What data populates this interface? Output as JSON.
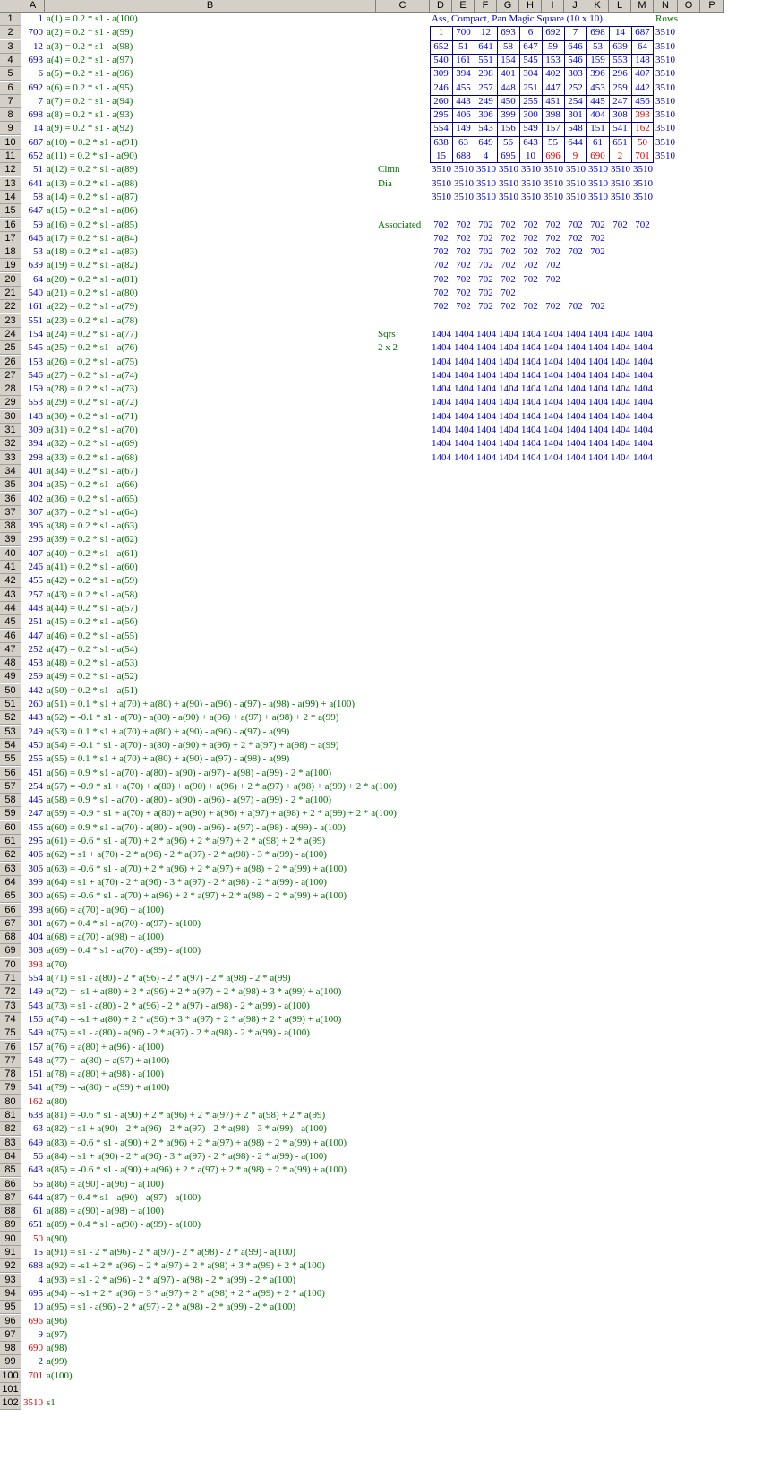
{
  "sheet": {
    "columns": [
      "A",
      "B",
      "C",
      "D",
      "E",
      "F",
      "G",
      "H",
      "I",
      "J",
      "K",
      "L",
      "M",
      "N",
      "O",
      "P"
    ],
    "colors": {
      "blue": "#0000cc",
      "green": "#007000",
      "red": "#e00000",
      "header": "#d4d0c8"
    },
    "column_a_values": [
      "1",
      "700",
      "12",
      "693",
      "6",
      "692",
      "7",
      "698",
      "14",
      "687",
      "652",
      "51",
      "641",
      "58",
      "647",
      "59",
      "646",
      "53",
      "639",
      "64",
      "540",
      "161",
      "551",
      "154",
      "545",
      "153",
      "546",
      "159",
      "553",
      "148",
      "309",
      "394",
      "298",
      "401",
      "304",
      "402",
      "307",
      "396",
      "296",
      "407",
      "246",
      "455",
      "257",
      "448",
      "251",
      "447",
      "252",
      "453",
      "259",
      "442",
      "260",
      "443",
      "249",
      "450",
      "255",
      "451",
      "254",
      "445",
      "247",
      "456",
      "295",
      "406",
      "306",
      "399",
      "300",
      "398",
      "301",
      "404",
      "308",
      "393",
      "554",
      "149",
      "543",
      "156",
      "549",
      "157",
      "548",
      "151",
      "541",
      "162",
      "638",
      "63",
      "649",
      "56",
      "643",
      "55",
      "644",
      "61",
      "651",
      "50",
      "15",
      "688",
      "4",
      "695",
      "10",
      "696",
      "9",
      "690",
      "2",
      "701",
      "",
      "3510"
    ],
    "red_rows_a": [
      70,
      80,
      90,
      96,
      98,
      100,
      102
    ],
    "column_b_formulas": [
      "a(1) = 0.2 * s1 - a(100)",
      "a(2) = 0.2 * s1 - a(99)",
      "a(3) = 0.2 * s1 - a(98)",
      "a(4) = 0.2 * s1 - a(97)",
      "a(5) = 0.2 * s1 - a(96)",
      "a(6) = 0.2 * s1 - a(95)",
      "a(7) = 0.2 * s1 - a(94)",
      "a(8) = 0.2 * s1 - a(93)",
      "a(9) = 0.2 * s1 - a(92)",
      "a(10) = 0.2 * s1 - a(91)",
      "a(11) = 0.2 * s1 - a(90)",
      "a(12) = 0.2 * s1 - a(89)",
      "a(13) = 0.2 * s1 - a(88)",
      "a(14) = 0.2 * s1 - a(87)",
      "a(15) = 0.2 * s1 - a(86)",
      "a(16) = 0.2 * s1 - a(85)",
      "a(17) = 0.2 * s1 - a(84)",
      "a(18) = 0.2 * s1 - a(83)",
      "a(19) = 0.2 * s1 - a(82)",
      "a(20) = 0.2 * s1 - a(81)",
      "a(21) = 0.2 * s1 - a(80)",
      "a(22) = 0.2 * s1 - a(79)",
      "a(23) = 0.2 * s1 - a(78)",
      "a(24) = 0.2 * s1 - a(77)",
      "a(25) = 0.2 * s1 - a(76)",
      "a(26) = 0.2 * s1 - a(75)",
      "a(27) = 0.2 * s1 - a(74)",
      "a(28) = 0.2 * s1 - a(73)",
      "a(29) = 0.2 * s1 - a(72)",
      "a(30) = 0.2 * s1 - a(71)",
      "a(31) = 0.2 * s1 - a(70)",
      "a(32) = 0.2 * s1 - a(69)",
      "a(33) = 0.2 * s1 - a(68)",
      "a(34) = 0.2 * s1 - a(67)",
      "a(35) = 0.2 * s1 - a(66)",
      "a(36) = 0.2 * s1 - a(65)",
      "a(37) = 0.2 * s1 - a(64)",
      "a(38) = 0.2 * s1 - a(63)",
      "a(39) = 0.2 * s1 - a(62)",
      "a(40) = 0.2 * s1 - a(61)",
      "a(41) = 0.2 * s1 - a(60)",
      "a(42) = 0.2 * s1 - a(59)",
      "a(43) = 0.2 * s1 - a(58)",
      "a(44) = 0.2 * s1 - a(57)",
      "a(45) = 0.2 * s1 - a(56)",
      "a(46) = 0.2 * s1 - a(55)",
      "a(47) = 0.2 * s1 - a(54)",
      "a(48) = 0.2 * s1 - a(53)",
      "a(49) = 0.2 * s1 - a(52)",
      "a(50) = 0.2 * s1 - a(51)",
      "a(51) = 0.1 * s1 + a(70) + a(80) + a(90) - a(96) - a(97) - a(98) - a(99) + a(100)",
      "a(52) = -0.1 * s1 - a(70) - a(80) - a(90) + a(96) + a(97) + a(98) + 2 * a(99)",
      "a(53) = 0.1 * s1 + a(70) + a(80) + a(90) - a(96) - a(97) - a(99)",
      "a(54) = -0.1 * s1 - a(70) - a(80) - a(90) + a(96) + 2 * a(97) + a(98) + a(99)",
      "a(55) = 0.1 * s1 + a(70) + a(80) + a(90) - a(97) - a(98) - a(99)",
      "a(56) = 0.9 * s1 - a(70) - a(80) - a(90) - a(97) - a(98) - a(99) - 2 * a(100)",
      "a(57) = -0.9 * s1 + a(70) + a(80) + a(90) + a(96) + 2 * a(97) + a(98) + a(99) + 2 * a(100)",
      "a(58) = 0.9 * s1 - a(70) - a(80) - a(90) - a(96) - a(97) - a(99) - 2 * a(100)",
      "a(59) = -0.9 * s1 + a(70) + a(80) + a(90) + a(96) + a(97) + a(98) + 2 * a(99) + 2 * a(100)",
      "a(60) = 0.9 * s1 - a(70) - a(80) - a(90) - a(96) - a(97) - a(98) - a(99) - a(100)",
      "a(61) = -0.6 * s1 - a(70) + 2 * a(96) + 2 * a(97) + 2 * a(98) + 2 * a(99)",
      "a(62) = s1 + a(70) - 2 * a(96) - 2 * a(97) - 2 * a(98) - 3 * a(99) - a(100)",
      "a(63) = -0.6 * s1 - a(70) + 2 * a(96) + 2 * a(97) + a(98) + 2 * a(99) + a(100)",
      "a(64) = s1 + a(70) - 2 * a(96) - 3 * a(97) - 2 * a(98) - 2 * a(99) - a(100)",
      "a(65) = -0.6 * s1 - a(70) + a(96) + 2 * a(97) + 2 * a(98) + 2 * a(99) + a(100)",
      "a(66) = a(70) - a(96) + a(100)",
      "a(67) = 0.4 * s1 - a(70) - a(97) - a(100)",
      "a(68) = a(70) - a(98) + a(100)",
      "a(69) = 0.4 * s1 - a(70) - a(99) - a(100)",
      "a(70)",
      "a(71) = s1 - a(80) - 2 * a(96) - 2 * a(97) - 2 * a(98) - 2 * a(99)",
      "a(72) = -s1 + a(80) + 2 * a(96) + 2 * a(97) + 2 * a(98) + 3 * a(99) + a(100)",
      "a(73) = s1 - a(80) - 2 * a(96) - 2 * a(97) - a(98) - 2 * a(99) - a(100)",
      "a(74) = -s1 + a(80) + 2 * a(96) + 3 * a(97) + 2 * a(98) + 2 * a(99) + a(100)",
      "a(75) = s1 - a(80) - a(96) - 2 * a(97) - 2 * a(98) - 2 * a(99) - a(100)",
      "a(76) = a(80) + a(96) - a(100)",
      "a(77) = -a(80) + a(97) + a(100)",
      "a(78) = a(80) + a(98) - a(100)",
      "a(79) = -a(80) + a(99) + a(100)",
      "a(80)",
      "a(81) = -0.6 * s1 - a(90) + 2 * a(96) + 2 * a(97) + 2 * a(98) + 2 * a(99)",
      "a(82) = s1 + a(90) - 2 * a(96) - 2 * a(97) - 2 * a(98) - 3 * a(99) - a(100)",
      "a(83) = -0.6 * s1 - a(90) + 2 * a(96) + 2 * a(97) + a(98) + 2 * a(99) + a(100)",
      "a(84) = s1 + a(90) - 2 * a(96) - 3 * a(97) - 2 * a(98) - 2 * a(99) - a(100)",
      "a(85) = -0.6 * s1 - a(90) + a(96) + 2 * a(97) + 2 * a(98) + 2 * a(99) + a(100)",
      "a(86) = a(90) - a(96) + a(100)",
      "a(87) = 0.4 * s1 - a(90) - a(97) - a(100)",
      "a(88) = a(90) - a(98) + a(100)",
      "a(89) = 0.4 * s1 - a(90) - a(99) - a(100)",
      "a(90)",
      "a(91) = s1 - 2 * a(96) - 2 * a(97) - 2 * a(98) - 2 * a(99) - a(100)",
      "a(92) = -s1 + 2 * a(96) + 2 * a(97) + 2 * a(98) + 3 * a(99) + 2 * a(100)",
      "a(93) = s1 - 2 * a(96) - 2 * a(97) - a(98) - 2 * a(99) - 2 * a(100)",
      "a(94) = -s1 + 2 * a(96) + 3 * a(97) + 2 * a(98) + 2 * a(99) + 2 * a(100)",
      "a(95) = s1 - a(96) - 2 * a(97) - 2 * a(98) - 2 * a(99) - 2 * a(100)",
      "a(96)",
      "a(97)",
      "a(98)",
      "a(99)",
      "a(100)",
      "",
      "s1"
    ],
    "magic_square": {
      "title": "Ass, Compact, Pan Magic Square (10 x 10)",
      "rows_label": "Rows",
      "grid": [
        [
          "1",
          "700",
          "12",
          "693",
          "6",
          "692",
          "7",
          "698",
          "14",
          "687"
        ],
        [
          "652",
          "51",
          "641",
          "58",
          "647",
          "59",
          "646",
          "53",
          "639",
          "64"
        ],
        [
          "540",
          "161",
          "551",
          "154",
          "545",
          "153",
          "546",
          "159",
          "553",
          "148"
        ],
        [
          "309",
          "394",
          "298",
          "401",
          "304",
          "402",
          "303",
          "396",
          "296",
          "407"
        ],
        [
          "246",
          "455",
          "257",
          "448",
          "251",
          "447",
          "252",
          "453",
          "259",
          "442"
        ],
        [
          "260",
          "443",
          "249",
          "450",
          "255",
          "451",
          "254",
          "445",
          "247",
          "456"
        ],
        [
          "295",
          "406",
          "306",
          "399",
          "300",
          "398",
          "301",
          "404",
          "308",
          "393"
        ],
        [
          "554",
          "149",
          "543",
          "156",
          "549",
          "157",
          "548",
          "151",
          "541",
          "162"
        ],
        [
          "638",
          "63",
          "649",
          "56",
          "643",
          "55",
          "644",
          "61",
          "651",
          "50"
        ],
        [
          "15",
          "688",
          "4",
          "695",
          "10",
          "696",
          "9",
          "690",
          "2",
          "701"
        ]
      ],
      "red_cells": [
        [
          6,
          9
        ],
        [
          7,
          9
        ],
        [
          8,
          9
        ],
        [
          9,
          5
        ],
        [
          9,
          6
        ],
        [
          9,
          7
        ],
        [
          9,
          8
        ],
        [
          9,
          9
        ]
      ],
      "row_sums": [
        "3510",
        "3510",
        "3510",
        "3510",
        "3510",
        "3510",
        "3510",
        "3510",
        "3510",
        "3510"
      ]
    },
    "sums": {
      "clmn_label": "Clmn",
      "dia_label": "Dia",
      "clmn_row": [
        "3510",
        "3510",
        "3510",
        "3510",
        "3510",
        "3510",
        "3510",
        "3510",
        "3510",
        "3510"
      ],
      "dia_row1": [
        "3510",
        "3510",
        "3510",
        "3510",
        "3510",
        "3510",
        "3510",
        "3510",
        "3510",
        "3510"
      ],
      "dia_row2": [
        "3510",
        "3510",
        "3510",
        "3510",
        "3510",
        "3510",
        "3510",
        "3510",
        "3510",
        "3510"
      ]
    },
    "associated": {
      "label": "Associated",
      "rows": [
        [
          "702",
          "702",
          "702",
          "702",
          "702",
          "702",
          "702",
          "702",
          "702",
          "702"
        ],
        [
          "702",
          "702",
          "702",
          "702",
          "702",
          "702",
          "702",
          "702"
        ],
        [
          "702",
          "702",
          "702",
          "702",
          "702",
          "702",
          "702",
          "702"
        ],
        [
          "702",
          "702",
          "702",
          "702",
          "702",
          "702"
        ],
        [
          "702",
          "702",
          "702",
          "702",
          "702",
          "702"
        ],
        [
          "702",
          "702",
          "702",
          "702"
        ],
        [
          "702",
          "702",
          "702",
          "702",
          "702",
          "702",
          "702",
          "702"
        ]
      ]
    },
    "squares": {
      "label1": "Sqrs",
      "label2": "2 x 2",
      "rows": [
        [
          "1404",
          "1404",
          "1404",
          "1404",
          "1404",
          "1404",
          "1404",
          "1404",
          "1404",
          "1404"
        ],
        [
          "1404",
          "1404",
          "1404",
          "1404",
          "1404",
          "1404",
          "1404",
          "1404",
          "1404",
          "1404"
        ],
        [
          "1404",
          "1404",
          "1404",
          "1404",
          "1404",
          "1404",
          "1404",
          "1404",
          "1404",
          "1404"
        ],
        [
          "1404",
          "1404",
          "1404",
          "1404",
          "1404",
          "1404",
          "1404",
          "1404",
          "1404",
          "1404"
        ],
        [
          "1404",
          "1404",
          "1404",
          "1404",
          "1404",
          "1404",
          "1404",
          "1404",
          "1404",
          "1404"
        ],
        [
          "1404",
          "1404",
          "1404",
          "1404",
          "1404",
          "1404",
          "1404",
          "1404",
          "1404",
          "1404"
        ],
        [
          "1404",
          "1404",
          "1404",
          "1404",
          "1404",
          "1404",
          "1404",
          "1404",
          "1404",
          "1404"
        ],
        [
          "1404",
          "1404",
          "1404",
          "1404",
          "1404",
          "1404",
          "1404",
          "1404",
          "1404",
          "1404"
        ],
        [
          "1404",
          "1404",
          "1404",
          "1404",
          "1404",
          "1404",
          "1404",
          "1404",
          "1404",
          "1404"
        ],
        [
          "1404",
          "1404",
          "1404",
          "1404",
          "1404",
          "1404",
          "1404",
          "1404",
          "1404",
          "1404"
        ]
      ]
    }
  }
}
